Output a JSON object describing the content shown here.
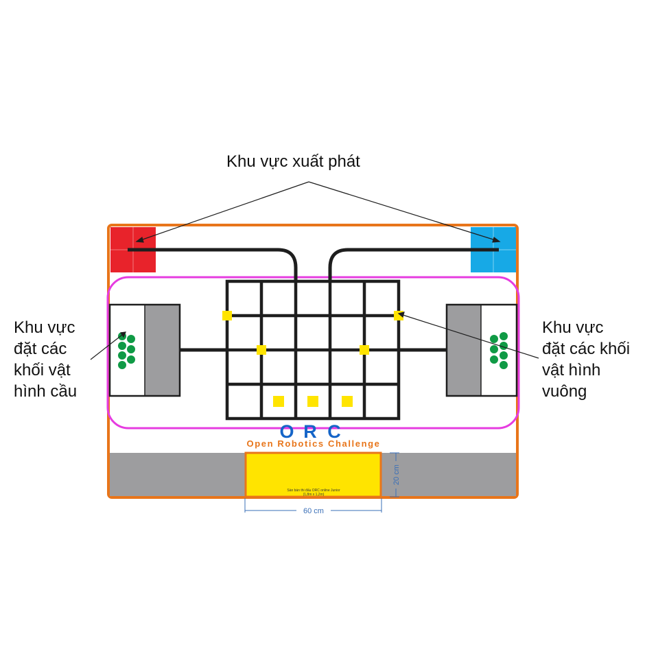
{
  "annotations": {
    "start_zone": "Khu vực xuất phát",
    "sphere_zone": [
      "Khu vực",
      "đặt các",
      "khối vật",
      "hình cầu"
    ],
    "cube_zone": [
      "Khu vực",
      "đặt các khối",
      "vật hình",
      "vuông"
    ]
  },
  "logo": {
    "letters": [
      "O",
      "R",
      "C"
    ],
    "tagline": "Open Robotics Challenge"
  },
  "info_box": {
    "line1": "Sàn bán thi đấu ORC online Junior",
    "line2": "(1,8m x 1,2m)"
  },
  "dimensions": {
    "width": "60 cm",
    "height": "20 cm"
  },
  "colors": {
    "border": "#e8751a",
    "red_start": "#e8232b",
    "blue_start": "#17a9e6",
    "magenta": "#e63ce0",
    "track": "#1e1e1e",
    "gray": "#9d9d9f",
    "yellow": "#ffe400",
    "green": "#0f9a45",
    "logo_blue": "#1565c8",
    "logo_orange": "#e8751a",
    "dim_blue": "#3a6fb7"
  }
}
